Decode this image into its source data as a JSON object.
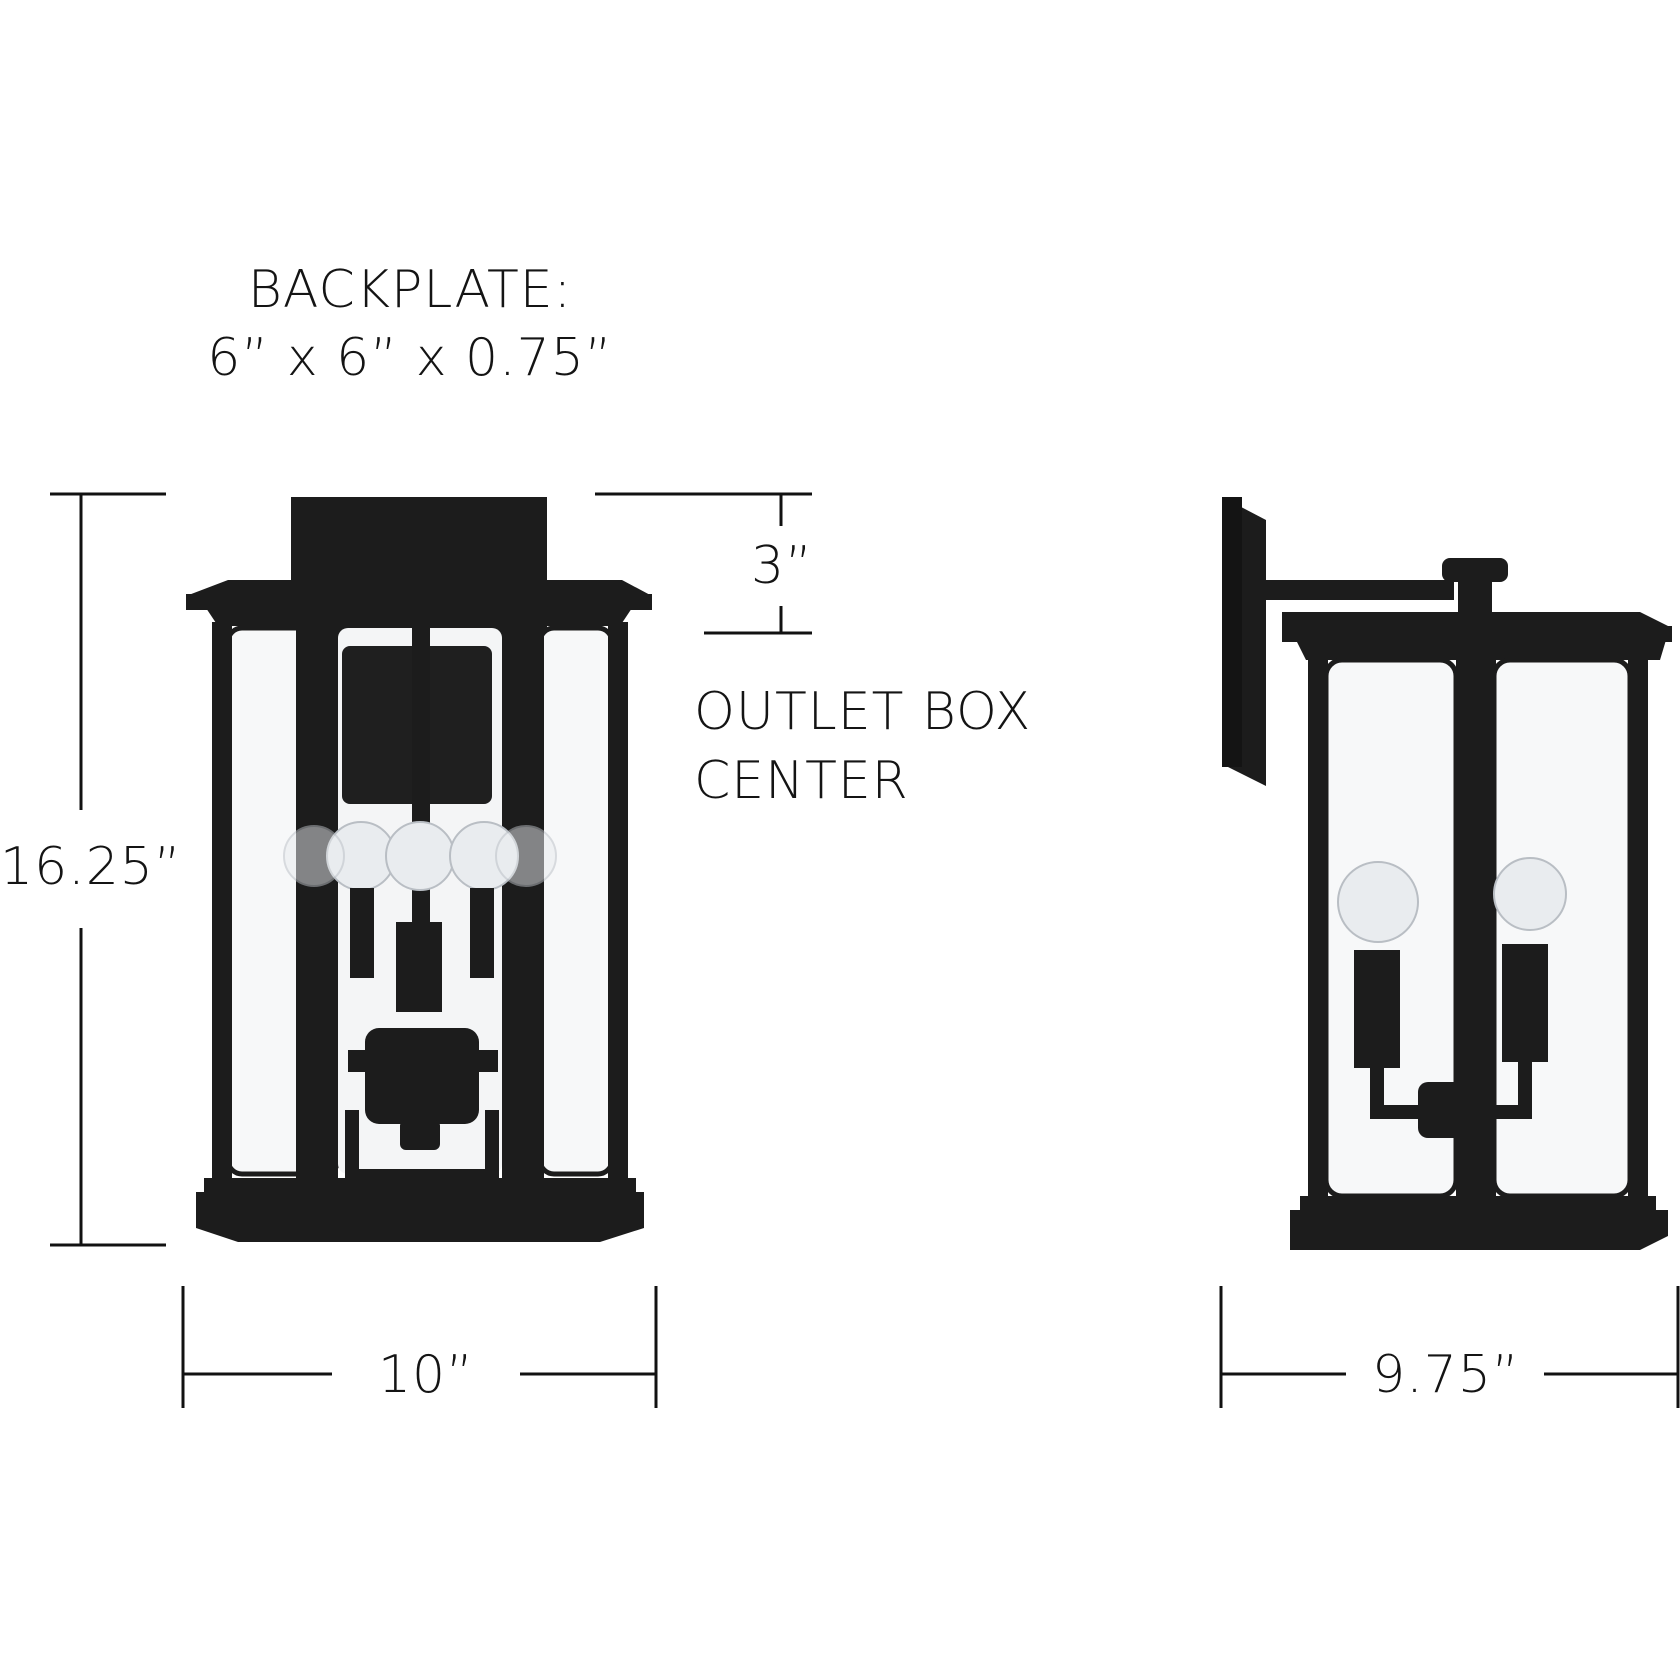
{
  "backplate": {
    "title": "BACKPLATE:",
    "dimensions": "6” x 6” x 0.75”"
  },
  "outlet": {
    "offset": "3”",
    "line1": "OUTLET BOX",
    "line2": "CENTER"
  },
  "front_view": {
    "height": "16.25”",
    "width": "10”"
  },
  "side_view": {
    "depth": "9.75”"
  },
  "colors": {
    "fixture": "#1c1c1c",
    "line": "#111111",
    "glass": "#f7f8f9",
    "bulb": "#e9ecef"
  }
}
